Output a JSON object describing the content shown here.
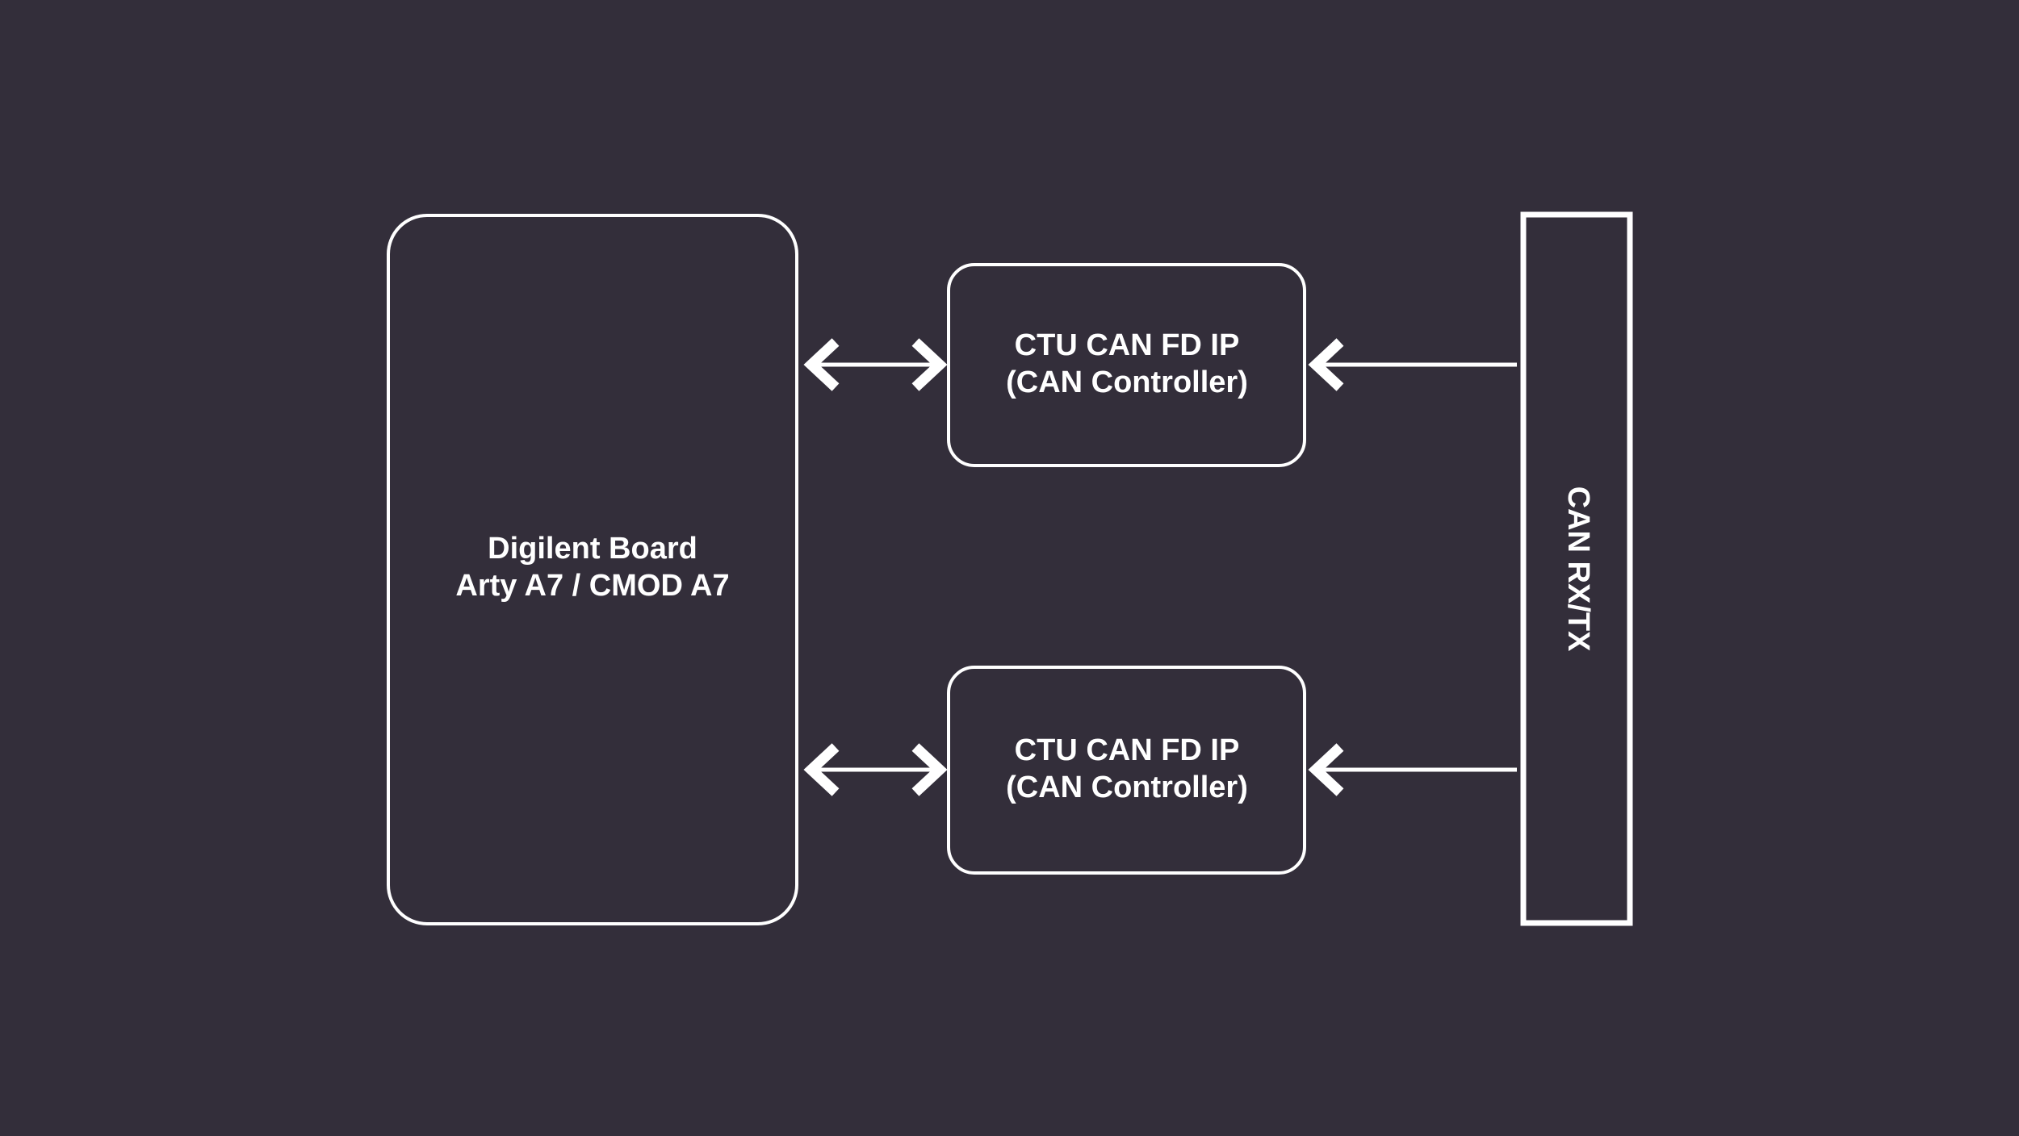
{
  "diagram": {
    "background_color": "#332e3a",
    "stroke_color": "#ffffff",
    "nodes": {
      "board": {
        "line1": "Digilent Board",
        "line2": "Arty A7 / CMOD A7"
      },
      "controller_top": {
        "line1": "CTU CAN FD IP",
        "line2": "(CAN Controller)"
      },
      "controller_bottom": {
        "line1": "CTU CAN FD IP",
        "line2": "(CAN Controller)"
      },
      "can_bus": {
        "label": "CAN RX/TX"
      }
    },
    "connectors": {
      "board_to_controller_top": {
        "direction": "bidirectional"
      },
      "board_to_controller_bottom": {
        "direction": "bidirectional"
      },
      "bus_to_controller_top": {
        "direction": "left"
      },
      "bus_to_controller_bottom": {
        "direction": "left"
      }
    }
  }
}
